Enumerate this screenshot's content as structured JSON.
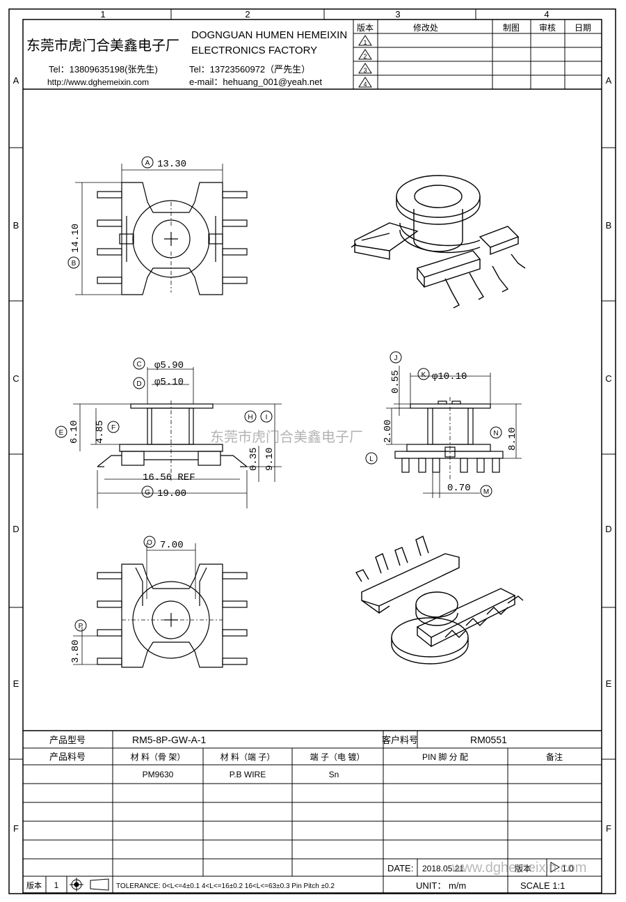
{
  "grid": {
    "columns": [
      "1",
      "2",
      "3",
      "4"
    ],
    "rows": [
      "A",
      "B",
      "C",
      "D",
      "E",
      "F"
    ]
  },
  "header": {
    "company_cn": "东莞市虎门合美鑫电子厂",
    "company_en_1": "DOGNGUAN HUMEN HEMEIXIN",
    "company_en_2": "ELECTRONICS FACTORY",
    "tel1": "Tel：13809635198(张先生)",
    "website": "http://www.dghemeixin.com",
    "tel2": "Tel：13723560972（严先生）",
    "email": "e-mail：hehuang_001@yeah.net"
  },
  "revision_table": {
    "headers": {
      "version": "版本",
      "change": "修改处",
      "drawn": "制图",
      "check": "审核",
      "date": "日期"
    },
    "rows": [
      "1",
      "2",
      "3",
      "4"
    ]
  },
  "watermark": "东莞市虎门合美鑫电子厂",
  "dimensions": {
    "A": {
      "label": "A",
      "value": "13.30"
    },
    "B": {
      "label": "B",
      "value": "14.10"
    },
    "C": {
      "label": "C",
      "value": "φ5.90"
    },
    "D": {
      "label": "D",
      "value": "φ5.10"
    },
    "E": {
      "label": "E",
      "value": "6.10"
    },
    "F": {
      "label": "F",
      "value": "4.85"
    },
    "G": {
      "label": "G",
      "value": "19.00"
    },
    "H": {
      "label": "H",
      "value": "0.35"
    },
    "I": {
      "label": "I",
      "value": "9.10"
    },
    "J": {
      "label": "J",
      "value": "0.55"
    },
    "K": {
      "label": "K",
      "value": "φ10.10"
    },
    "L": {
      "label": "L",
      "value": "2.00"
    },
    "M": {
      "label": "M",
      "value": "0.70"
    },
    "N": {
      "label": "N",
      "value": "8.10"
    },
    "O": {
      "label": "O",
      "value": "7.00"
    },
    "P": {
      "label": "P",
      "value": "3.80"
    },
    "ref": "16.56 REF"
  },
  "title_block": {
    "product_model_label": "产品型号",
    "product_model": "RM5-8P-GW-A-1",
    "customer_no_label": "客户料号",
    "customer_no": "RM0551",
    "material_no_label": "产品料号",
    "col_material_frame": "材 料（骨 架）",
    "col_material_pin": "材 料（端 子）",
    "col_plating": "端 子（电 镀）",
    "col_pin": "PIN 脚 分 配",
    "col_remark": "备注",
    "material_frame": "PM9630",
    "material_pin": "P.B WIRE",
    "plating": "Sn",
    "date_label": "DATE:",
    "date": "2018.05.21",
    "version_label": "版本",
    "version": "1.0",
    "version_no_label": "版本",
    "version_no": "1",
    "tolerance": "TOLERANCE:  0<L<=4±0.1  4<L<=16±0.2  16<L<=63±0.3  Pin Pitch  ±0.2",
    "unit": "UNIT： m/m",
    "scale": "SCALE   1:1",
    "footer_watermark": "www.dghemeixin.com"
  }
}
